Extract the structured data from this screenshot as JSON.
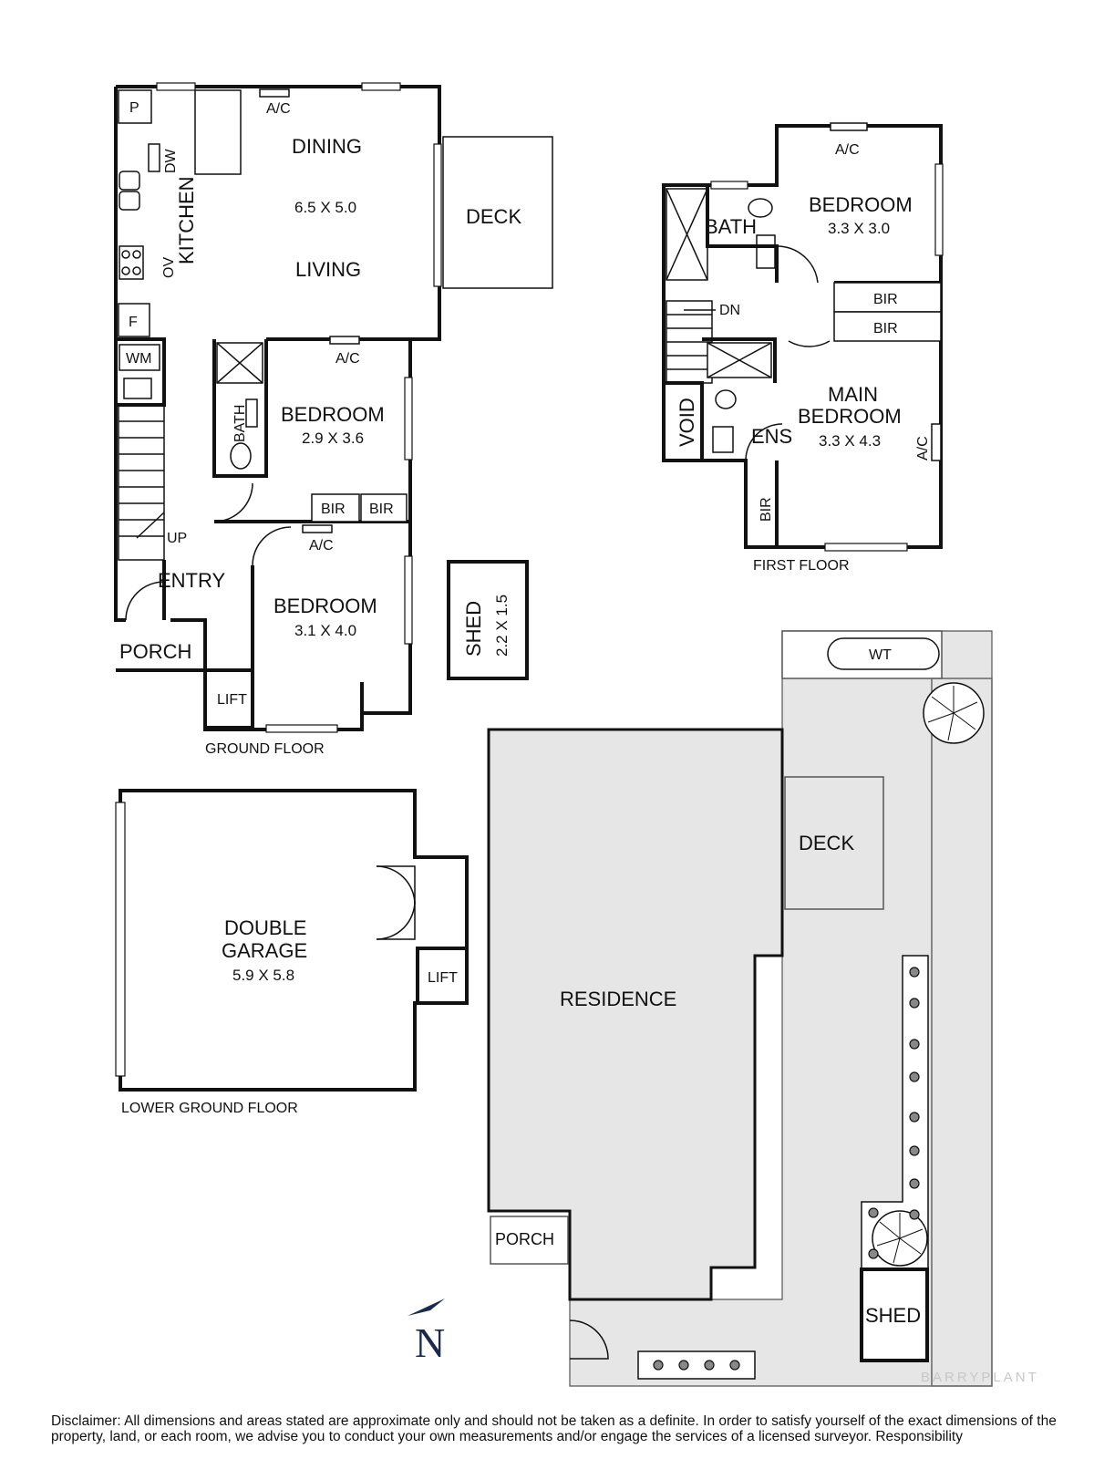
{
  "floors": {
    "ground": "GROUND FLOOR",
    "first": "FIRST FLOOR",
    "lower": "LOWER GROUND FLOOR"
  },
  "ground_floor": {
    "pantry": "P",
    "dishwasher": "DW",
    "kitchen": "KITCHEN",
    "oven": "OV",
    "fridge": "F",
    "washing_machine": "WM",
    "ac_dining": "A/C",
    "dining": "DINING",
    "dining_living_dims": "6.5 X 5.0",
    "living": "LIVING",
    "deck": "DECK",
    "bath": "BATH",
    "ac_bed1": "A/C",
    "bedroom1": "BEDROOM",
    "bedroom1_dims": "2.9 X 3.6",
    "bir1": "BIR",
    "bir2": "BIR",
    "ac_bed2": "A/C",
    "bedroom2": "BEDROOM",
    "bedroom2_dims": "3.1 X 4.0",
    "up": "UP",
    "entry": "ENTRY",
    "porch": "PORCH",
    "lift": "LIFT"
  },
  "shed": {
    "label": "SHED",
    "dims": "2.2 X 1.5"
  },
  "first_floor": {
    "ac_bed": "A/C",
    "bath": "BATH",
    "bedroom": "BEDROOM",
    "bedroom_dims": "3.3 X 3.0",
    "bir1": "BIR",
    "bir2": "BIR",
    "dn": "DN",
    "void": "VOID",
    "ens": "ENS",
    "main_bedroom_1": "MAIN",
    "main_bedroom_2": "BEDROOM",
    "main_bedroom_dims": "3.3 X 4.3",
    "ac_main": "A/C",
    "bir3": "BIR"
  },
  "lower_ground": {
    "garage_1": "DOUBLE",
    "garage_2": "GARAGE",
    "garage_dims": "5.9 X 5.8",
    "lift": "LIFT"
  },
  "site": {
    "wt": "WT",
    "deck": "DECK",
    "residence": "RESIDENCE",
    "porch": "PORCH",
    "shed": "SHED",
    "north": "N"
  },
  "logo": "BARRYPLANT",
  "disclaimer": "Disclaimer: All dimensions and areas stated are approximate only and should not be taken as a definite. In order to satisfy yourself of the exact dimensions of the property, land, or each room, we advise you to conduct your own measurements and/or engage the services of a licensed surveyor. Responsibility"
}
